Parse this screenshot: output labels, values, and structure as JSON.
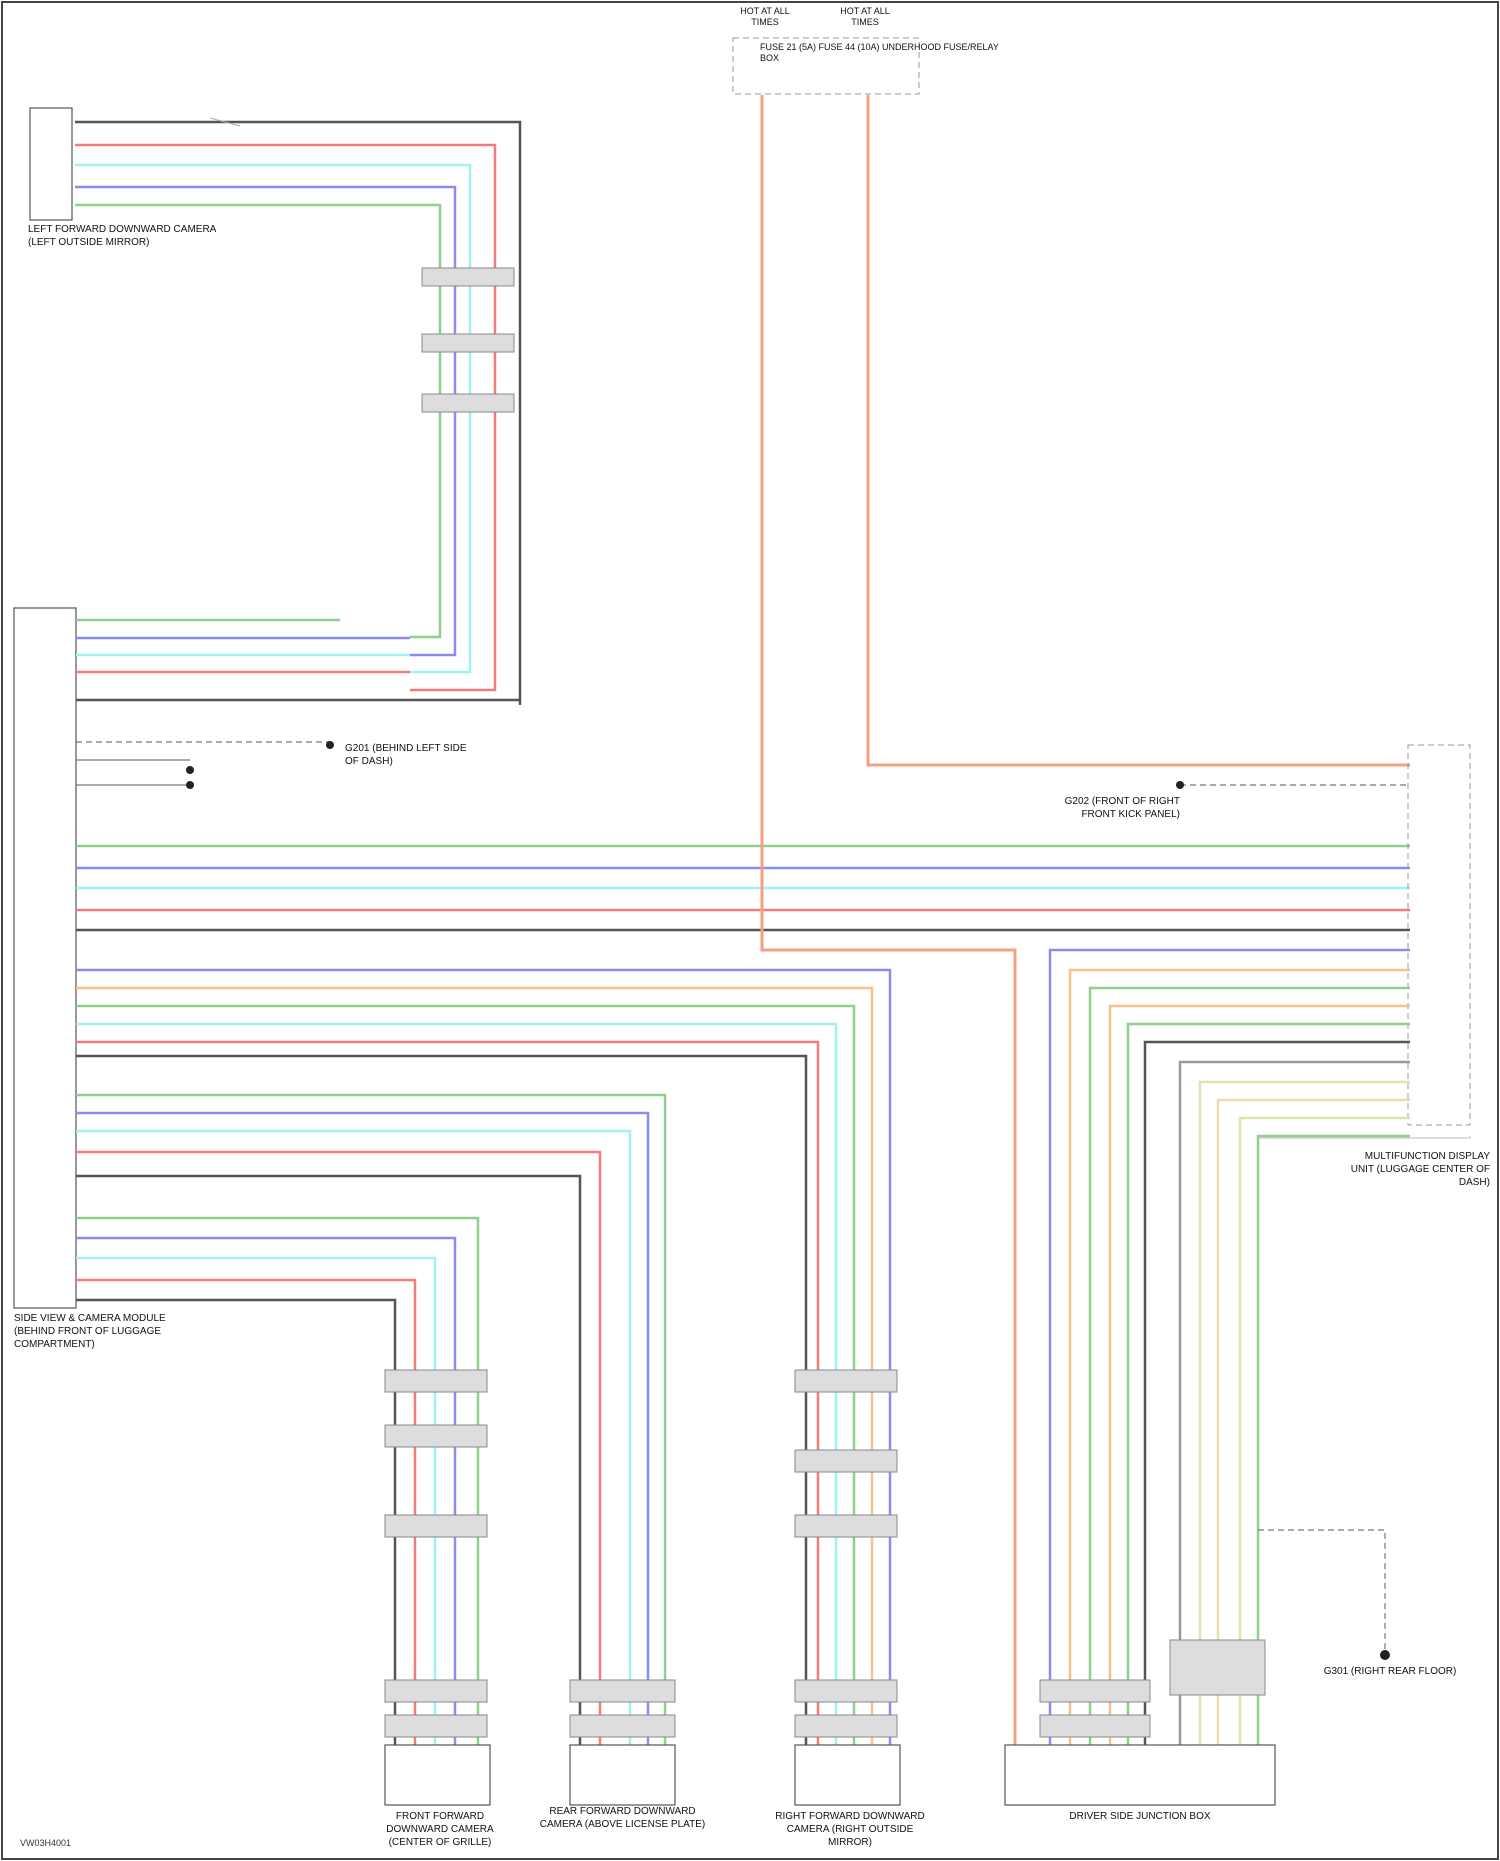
{
  "diagram": {
    "module_labels": [
      {
        "id": "left-camera",
        "text": "LEFT FORWARD DOWNWARD CAMERA (LEFT OUTSIDE MIRROR)"
      },
      {
        "id": "main-module",
        "text": "SIDE VIEW & CAMERA MODULE (BEHIND FRONT OF LUGGAGE COMPARTMENT)"
      },
      {
        "id": "right-module",
        "text": "MULTIFUNCTION DISPLAY UNIT (LUGGAGE CENTER OF DASH)"
      },
      {
        "id": "front-camera",
        "text": "FRONT FORWARD DOWNWARD CAMERA (CENTER OF GRILLE)"
      },
      {
        "id": "rear-camera",
        "text": "REAR FORWARD DOWNWARD CAMERA (ABOVE LICENSE PLATE)"
      },
      {
        "id": "right-camera",
        "text": "RIGHT FORWARD DOWNWARD CAMERA (RIGHT OUTSIDE MIRROR)"
      },
      {
        "id": "bottom-module",
        "text": "DRIVER SIDE JUNCTION BOX"
      }
    ],
    "ground_labels": [
      {
        "id": "ground-left",
        "text": "G201 (BEHIND LEFT SIDE OF DASH)"
      },
      {
        "id": "ground-right",
        "text": "G202 (FRONT OF RIGHT FRONT KICK PANEL)"
      },
      {
        "id": "ground-bottom",
        "text": "G301 (RIGHT REAR FLOOR)"
      }
    ],
    "top_labels": [
      {
        "id": "fuse-left",
        "text": "HOT AT ALL TIMES"
      },
      {
        "id": "fuse-right",
        "text": "HOT AT ALL TIMES"
      }
    ],
    "fuse_block": {
      "text": "FUSE 21 (5A)   FUSE 44 (10A)   UNDERHOOD FUSE/RELAY BOX"
    },
    "diagram_code": "VW03H4001"
  }
}
